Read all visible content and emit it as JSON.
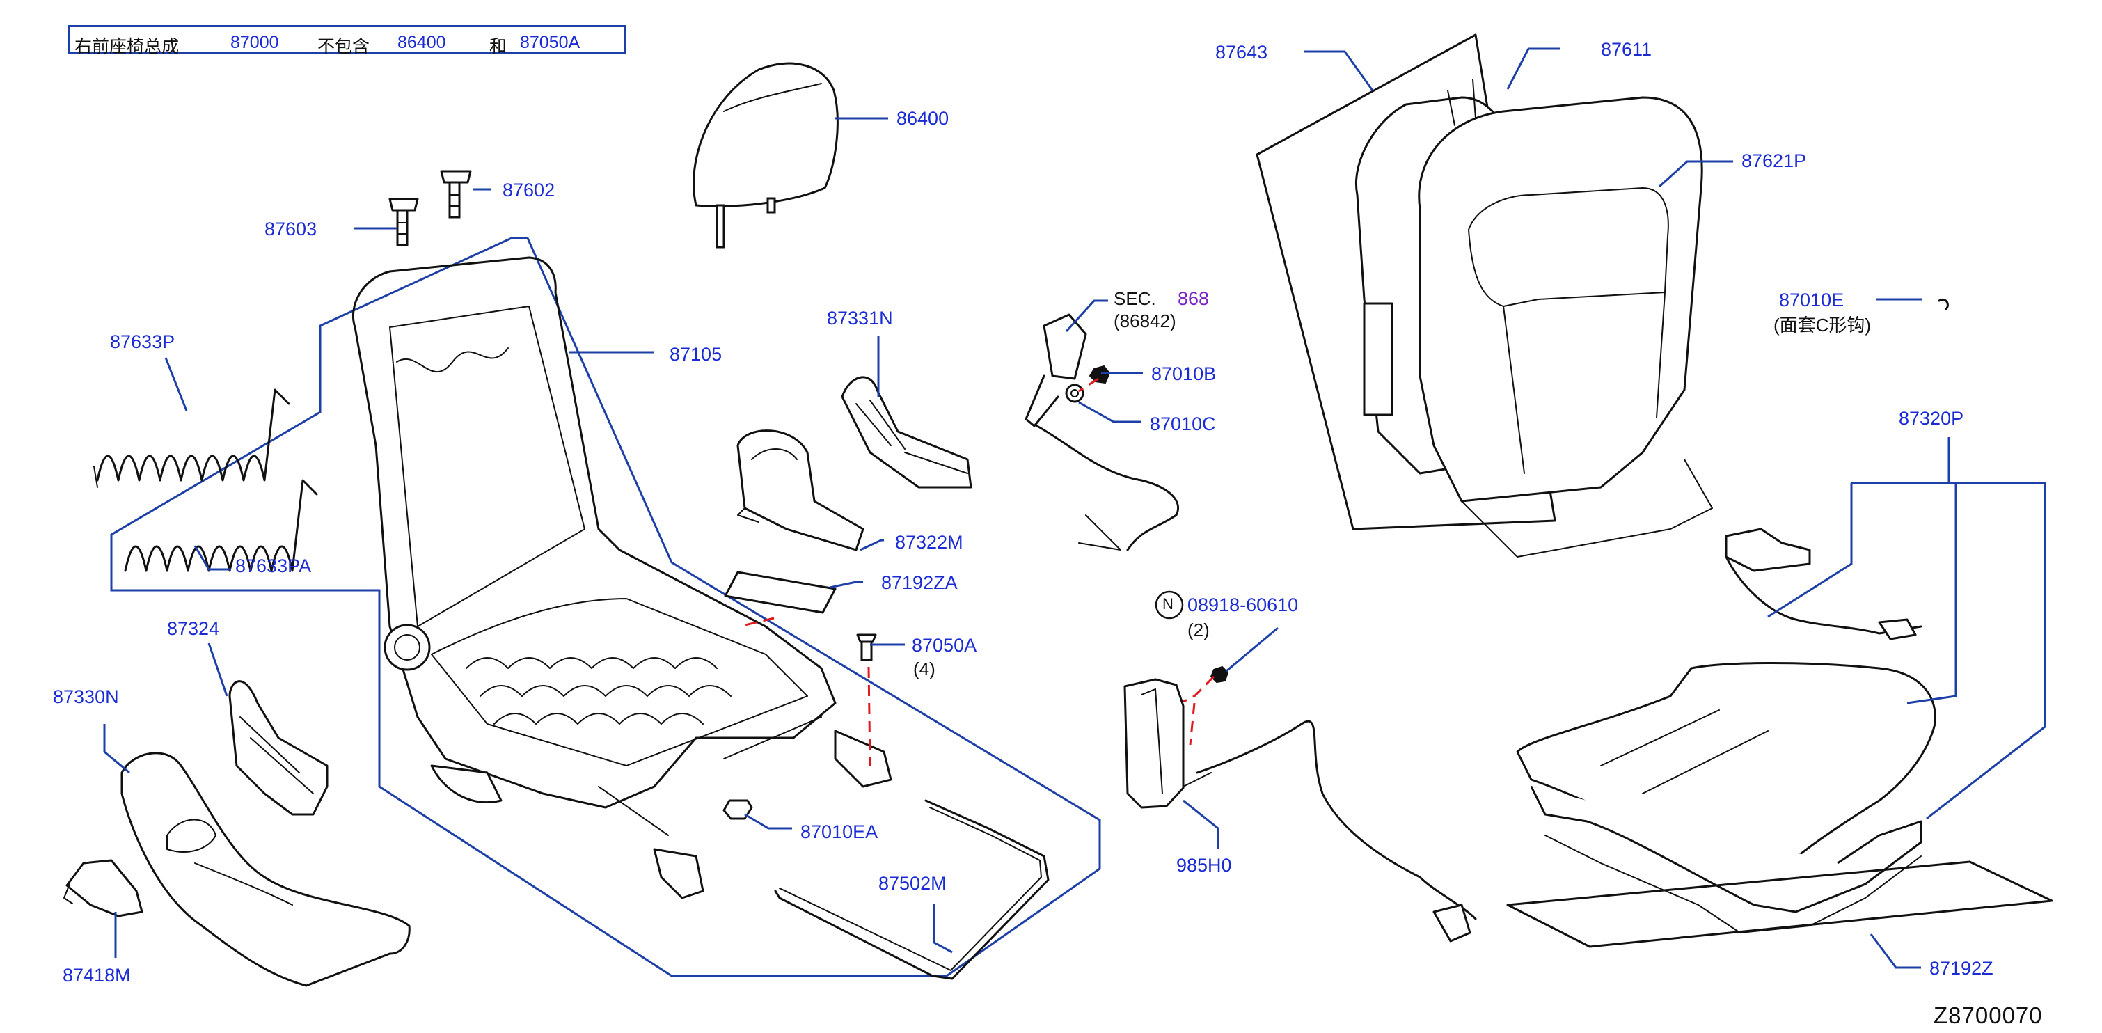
{
  "header": {
    "desc": "右前座椅总成",
    "assembly_no": "87000",
    "exclude_text": "不包含",
    "exclude_part1": "86400",
    "and_text": "和",
    "exclude_part2": "87050A"
  },
  "callouts": {
    "p86400": "86400",
    "p87602": "87602",
    "p87603": "87603",
    "p87633P": "87633P",
    "p87633PA": "87633PA",
    "p87105": "87105",
    "p87331N": "87331N",
    "p87322M": "87322M",
    "p87192ZA": "87192ZA",
    "p87050A": "87050A",
    "p87050A_qty": "(4)",
    "p87324": "87324",
    "p87330N": "87330N",
    "p87418M": "87418M",
    "p87010EA": "87010EA",
    "p87502M": "87502M",
    "sec_label": "SEC.",
    "sec_number": "868",
    "sec_sub": "(86842)",
    "p87010B": "87010B",
    "p87010C": "87010C",
    "n_marker": "N",
    "p08918": "08918-60610",
    "p08918_qty": "(2)",
    "p985H0": "985H0",
    "p87643": "87643",
    "p87611": "87611",
    "p87621P": "87621P",
    "p87010E": "87010E",
    "p87010E_note": "(面套C形钩)",
    "p87320P": "87320P",
    "p87192Z": "87192Z"
  },
  "diagram_code": "Z8700070",
  "colors": {
    "callout_blue": "#1a2bd4",
    "leader_blue": "#1d3fa8",
    "dash_red": "#e0181f",
    "sec_purple": "#7a22c8",
    "line_black": "#111111"
  }
}
